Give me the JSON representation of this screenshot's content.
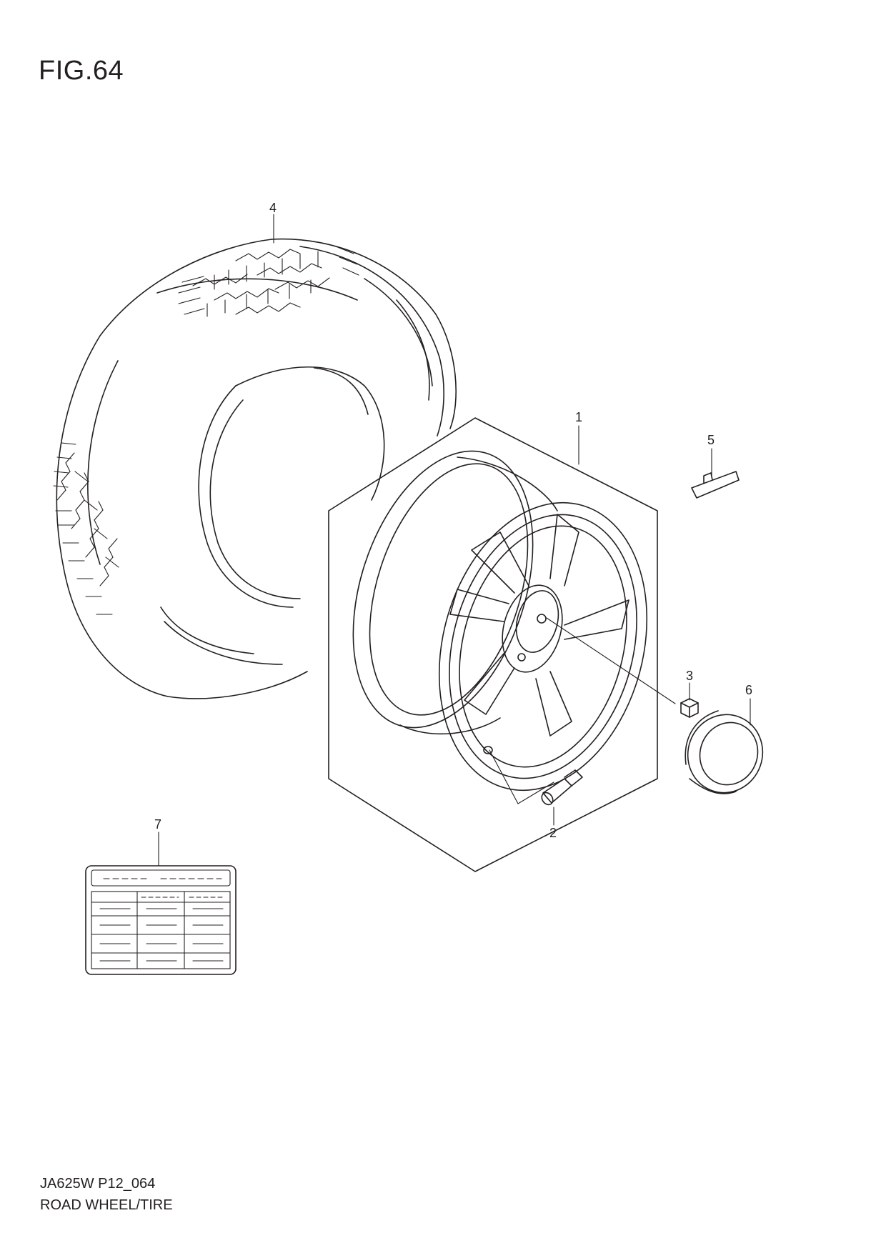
{
  "figure": {
    "title": "FIG.64",
    "code": "JA625W P12_064",
    "name": "ROAD WHEEL/TIRE"
  },
  "callouts": [
    {
      "id": "1",
      "part": "wheel"
    },
    {
      "id": "2",
      "part": "valve"
    },
    {
      "id": "3",
      "part": "wheel-nut"
    },
    {
      "id": "4",
      "part": "tire"
    },
    {
      "id": "5",
      "part": "balance-weight"
    },
    {
      "id": "6",
      "part": "center-cap"
    },
    {
      "id": "7",
      "part": "tire-label"
    }
  ],
  "colors": {
    "line": "#231f20",
    "background": "#ffffff"
  }
}
